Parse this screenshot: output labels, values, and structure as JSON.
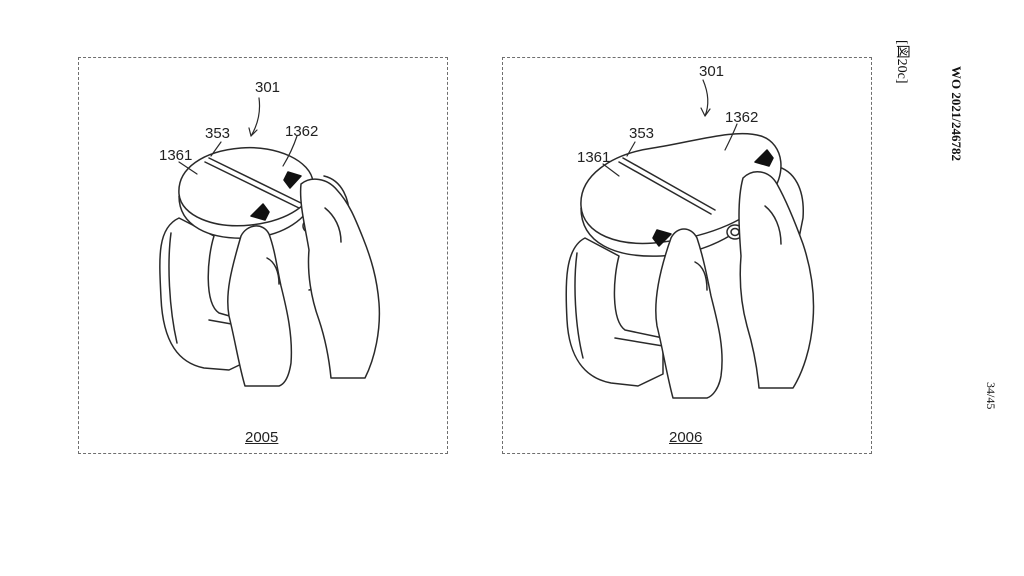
{
  "header": {
    "publication_number": "WO 2021/246782",
    "sheet_tag": "[図20c]",
    "page_number": "34/45"
  },
  "figures": [
    {
      "figure_label": "2005",
      "refs": {
        "device": "301",
        "separator": "353",
        "part_left": "1361",
        "part_right": "1362"
      }
    },
    {
      "figure_label": "2006",
      "refs": {
        "device": "301",
        "separator": "353",
        "part_left": "1361",
        "part_right": "1362"
      }
    }
  ],
  "colors": {
    "line": "#2a2a2a",
    "border": "#6f6f6f",
    "fill": "#ffffff"
  }
}
